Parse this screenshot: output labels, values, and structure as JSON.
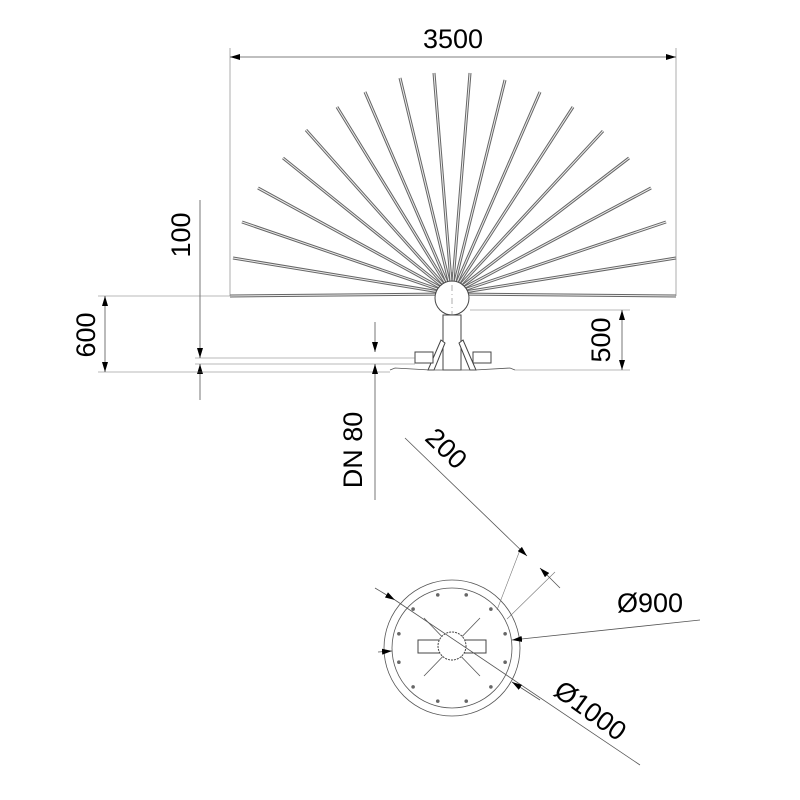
{
  "drawing": {
    "dimensions": {
      "width_top": "3500",
      "height_100": "100",
      "height_600": "600",
      "height_500": "500",
      "pipe": "DN 80",
      "offset_200": "200",
      "dia_inner": "Ø900",
      "dia_outer": "Ø1000"
    },
    "colors": {
      "line": "#444444",
      "background": "#ffffff"
    }
  }
}
